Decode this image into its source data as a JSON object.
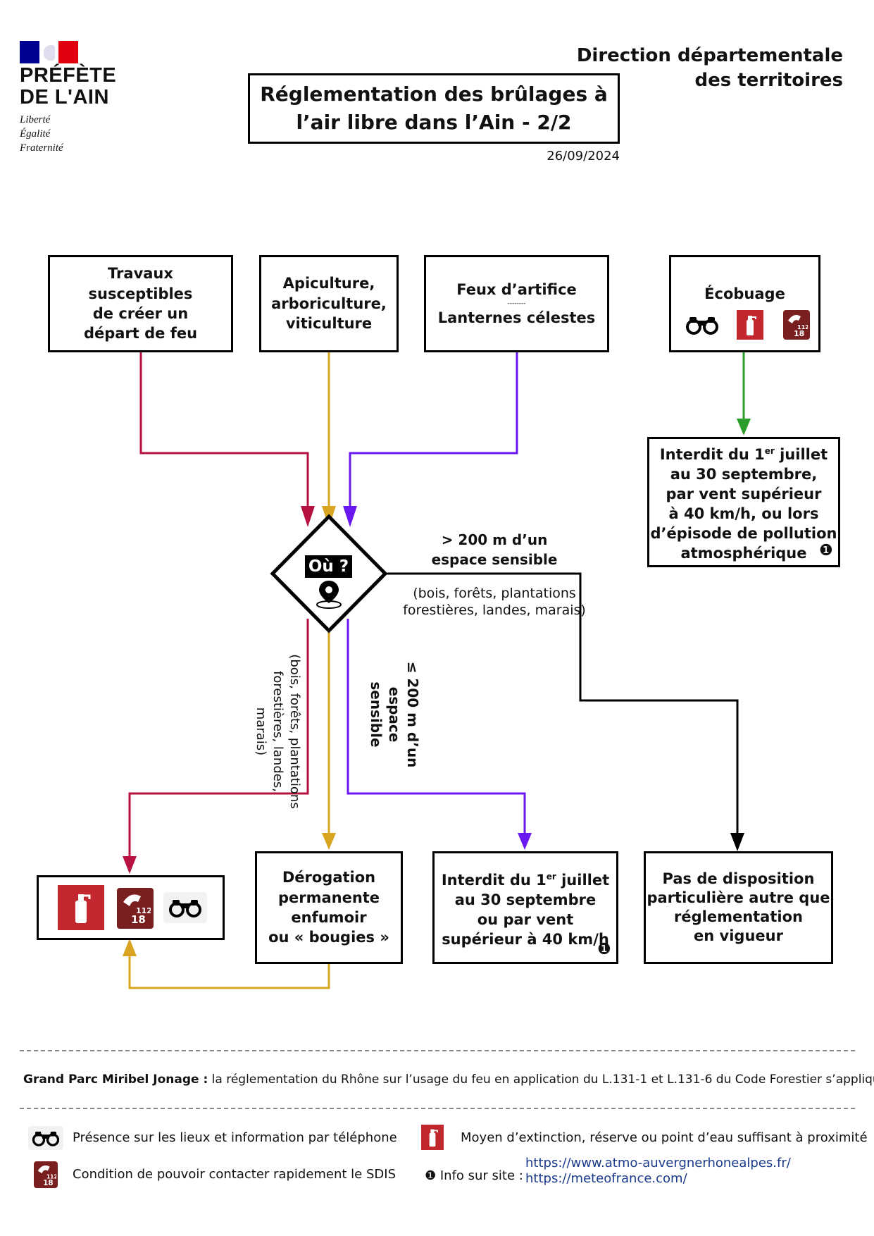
{
  "logo": {
    "line1": "PRÉFÈTE",
    "line2": "DE L'AIN",
    "motto": [
      "Liberté",
      "Égalité",
      "Fraternité"
    ]
  },
  "org": "Direction départementale\ndes territoires",
  "title": "Réglementation des brûlages à\nl’air libre dans l’Ain - 2/2",
  "date": "26/09/2024",
  "boxes": {
    "travaux": "Travaux\nsusceptibles\nde créer un\ndépart de feu",
    "apiculture": "Apiculture,\narboriculture,\nviticulture",
    "feux_a": "Feux d’artifice",
    "feux_sep": "--------",
    "feux_b": "Lanternes célestes",
    "ecobuage": "Écobuage",
    "interdit_ecobuage_pre": "Interdit du 1",
    "interdit_ecobuage_sup": "er",
    "interdit_ecobuage_post": " juillet",
    "interdit_ecobuage_rest": "au 30 septembre,\npar vent supérieur\nà 40 km/h, ou lors\nd’épisode de pollution\natmosphérique",
    "derogation": "Dérogation\npermanente\nenfumoir\nou « bougies »",
    "interdit_pre": "Interdit du 1",
    "interdit_sup": "er",
    "interdit_post": " juillet",
    "interdit_rest": "au 30 septembre\nou par vent\nsupérieur à 40 km/h",
    "pas_disposition": "Pas de disposition\nparticulière autre que\nréglementation\nen vigueur"
  },
  "decision": {
    "label": "Où ?",
    "far_label": "> 200 m d’un\nespace sensible",
    "far_note": "(bois, forêts, plantations\nforestières, landes, marais)",
    "near_label": "≤ 200 m d’un\nespace sensible",
    "near_note": "(bois, forêts, plantations\nforestières, landes, marais)"
  },
  "info_marker": "❶",
  "footer": {
    "miribel_bold": "Grand Parc Miribel Jonage :",
    "miribel_text": " la réglementation du Rhône sur l’usage du feu en application du L.131-1 et L.131-6 du Code Forestier s’applique"
  },
  "legend": {
    "presence": "Présence sur les lieux et information par téléphone",
    "moyen": "Moyen d’extinction, réserve ou point d’eau suffisant à proximité",
    "sdis": "Condition de pouvoir contacter rapidement le SDIS",
    "info_label": "❶ Info sur site :",
    "link1": "https://www.atmo-auvergnerhonealpes.fr/",
    "link2": "https://meteofrance.com/"
  },
  "icons": {
    "binoculars": "binoculars-icon",
    "extinguisher": "fire-extinguisher-icon",
    "sdis": "phone-112-18-icon",
    "pin": "location-pin-icon"
  },
  "colors": {
    "crimson": "#b5123f",
    "gold": "#d9a521",
    "violet": "#6a18f0",
    "green": "#2a9d2a",
    "black": "#000000",
    "marianne_blue": "#000091",
    "marianne_red": "#e1000f"
  }
}
